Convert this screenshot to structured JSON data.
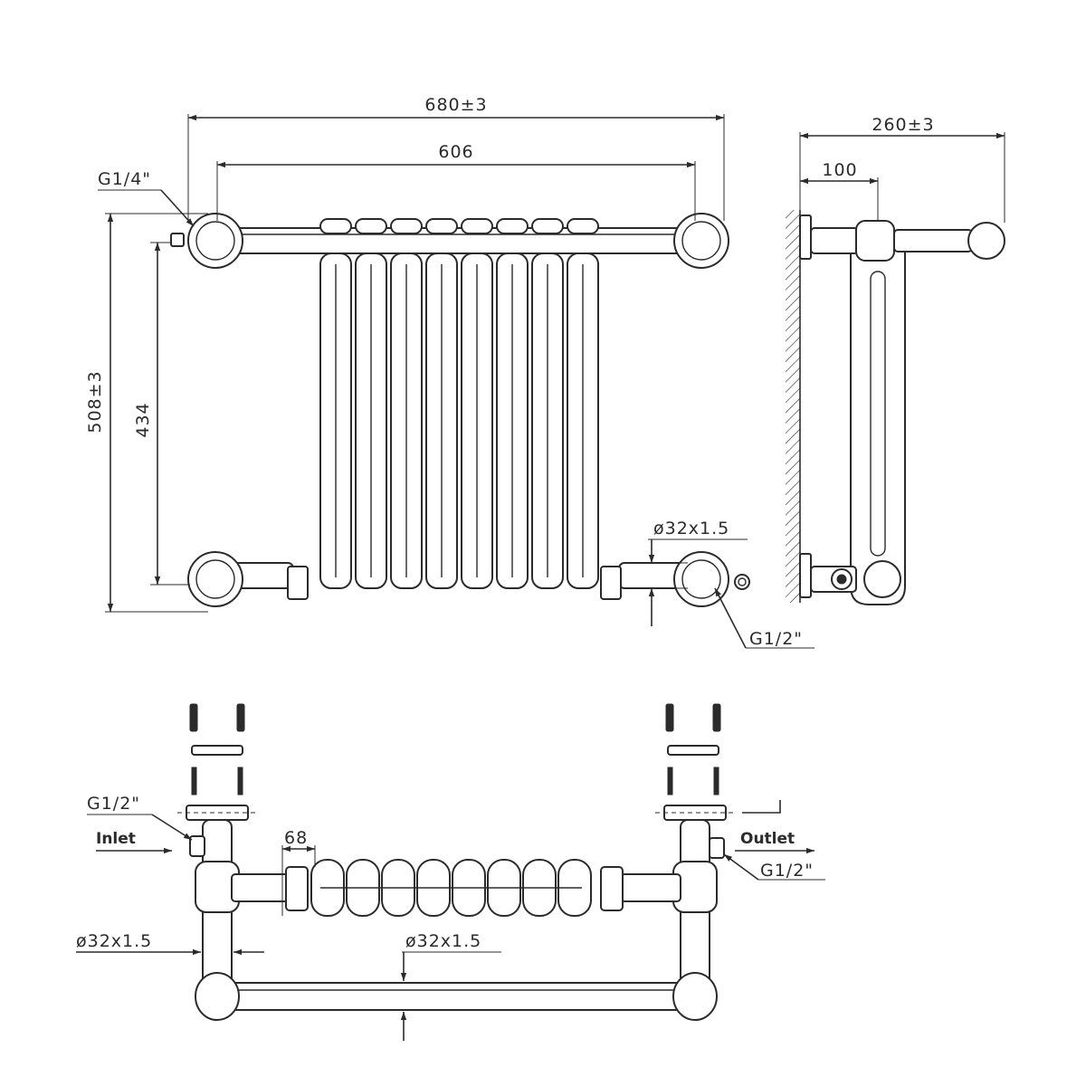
{
  "front_view": {
    "overall_width": "680±3",
    "centre_width": "606",
    "overall_height": "508±3",
    "centre_height": "434",
    "top_thread": "G1/4\"",
    "pipe_spec": "ø32x1.5",
    "bottom_thread": "G1/2\""
  },
  "side_view": {
    "depth": "260±3",
    "wall_offset": "100"
  },
  "plan_view": {
    "inlet_thread": "G1/2\"",
    "inlet_label": "Inlet",
    "outlet_label": "Outlet",
    "outlet_thread": "G1/2\"",
    "valve_length": "68",
    "leg_pipe_spec": "ø32x1.5",
    "rail_pipe_spec": "ø32x1.5"
  }
}
